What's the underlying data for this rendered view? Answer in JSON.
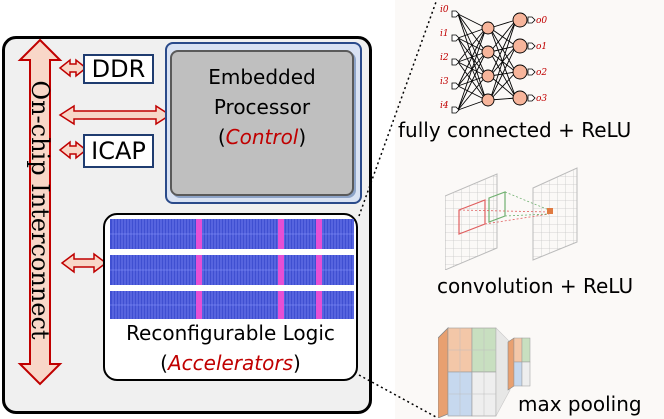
{
  "chip": {
    "interconnect_label": "On-chip Interconnect",
    "ddr_label": "DDR",
    "icap_label": "ICAP",
    "processor": {
      "line1": "Embedded",
      "line2": "Processor",
      "role_open": "(",
      "role": "Control",
      "role_close": ")"
    },
    "reconfigurable": {
      "title": "Reconfigurable Logic",
      "role_open": "(",
      "role": "Accelerators",
      "role_close": ")"
    }
  },
  "layers": {
    "fc": {
      "caption": "fully connected + ReLU",
      "inputs": [
        "i0",
        "i1",
        "i2",
        "i3",
        "i4"
      ],
      "outputs": [
        "o0",
        "o1",
        "o2",
        "o3"
      ]
    },
    "conv": {
      "caption": "convolution + ReLU"
    },
    "pool": {
      "caption": "max pooling"
    }
  },
  "colors": {
    "arrow_fill": "#f8d7c8",
    "arrow_stroke": "#c00000",
    "fabric_blue": "#3f4fd1",
    "fabric_magenta": "#e64fd4",
    "accent_red": "#c00000",
    "neuron_fill": "#f7b59b"
  }
}
